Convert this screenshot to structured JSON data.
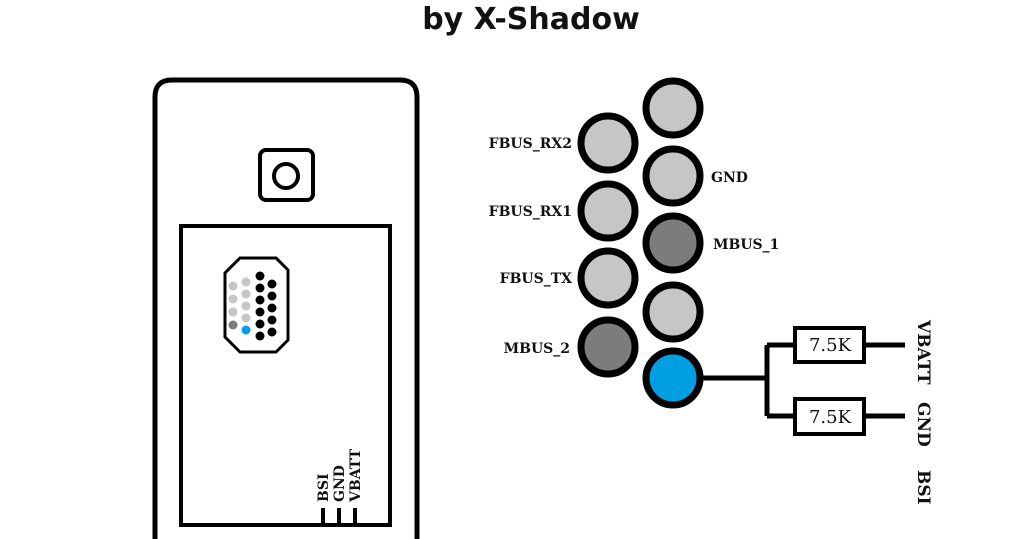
{
  "title": "by X-Shadow",
  "colors": {
    "pin_light": "#c6c6c6",
    "pin_dark": "#7c7c7c",
    "pin_highlight": "#009fe3",
    "stroke": "#000000"
  },
  "phone": {
    "bottom_labels": [
      "BSI",
      "GND",
      "VBATT"
    ]
  },
  "connector": {
    "left_column": [
      {
        "label": "FBUS_RX2",
        "shade": "light"
      },
      {
        "label": "FBUS_RX1",
        "shade": "light"
      },
      {
        "label": "FBUS_TX",
        "shade": "light"
      },
      {
        "label": "MBUS_2",
        "shade": "dark"
      }
    ],
    "right_column": [
      {
        "label": "",
        "shade": "light"
      },
      {
        "label": "GND",
        "shade": "light"
      },
      {
        "label": "MBUS_1",
        "shade": "dark"
      },
      {
        "label": "",
        "shade": "light"
      },
      {
        "label": "",
        "shade": "highlight"
      }
    ]
  },
  "resistors": [
    {
      "value": "7.5K",
      "connects_to": "VBATT"
    },
    {
      "value": "7.5K",
      "connects_to": "GND"
    }
  ],
  "bsi_label": "BSI"
}
